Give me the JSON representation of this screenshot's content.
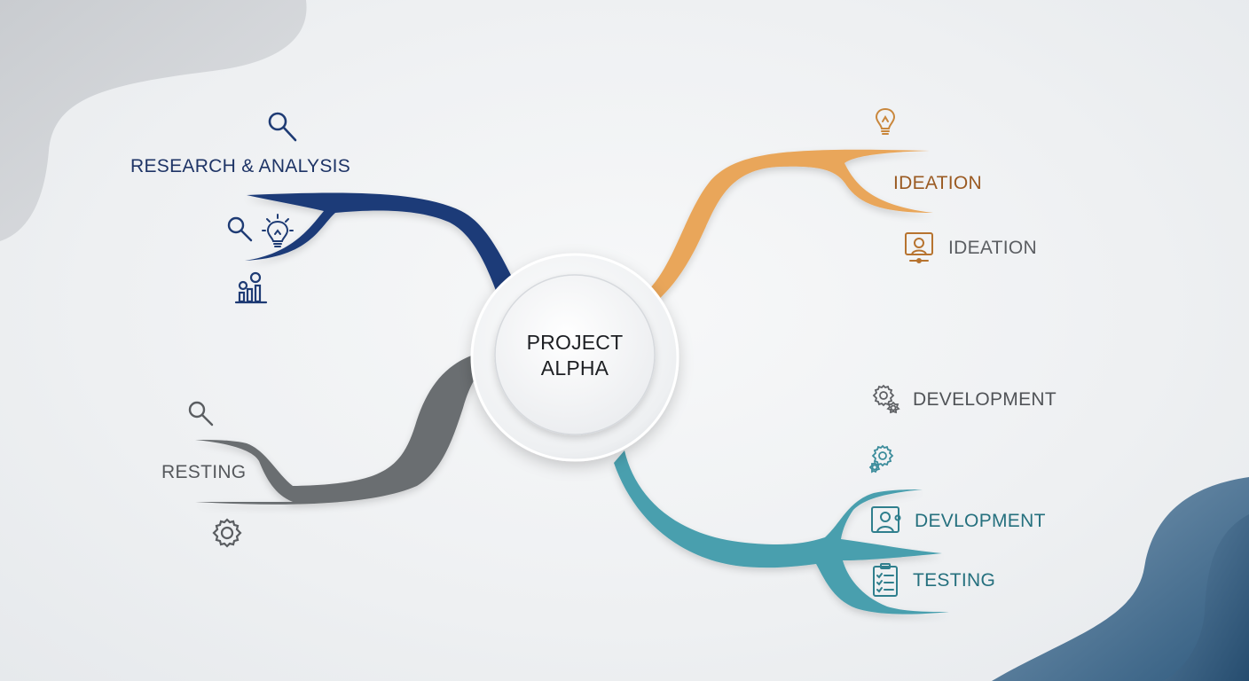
{
  "center": {
    "line1": "PROJECT",
    "line2": "ALPHA"
  },
  "colors": {
    "research": "#1c3a78",
    "ideation": "#e9a65a",
    "resting": "#6b6e71",
    "development": "#4a9fae",
    "accent_corner": "#3f6a8e"
  },
  "branches": {
    "research": {
      "label": "RESEARCH & ANALYSIS",
      "icons": [
        "magnifier-icon",
        "magnifier-icon",
        "lightbulb-icon",
        "people-chart-icon"
      ]
    },
    "ideation": {
      "label_primary": "IDEATION",
      "label_secondary": "IDEATION",
      "icons": [
        "lightbulb-icon",
        "person-monitor-icon"
      ]
    },
    "resting": {
      "label": "RESTING",
      "icons": [
        "magnifier-icon",
        "gear-icon"
      ]
    },
    "development": {
      "label_top": "DEVELOPMENT",
      "label_middle": "DEVLOPMENT",
      "label_bottom": "TESTING",
      "icons": [
        "gears-icon",
        "gears-icon",
        "person-monitor-icon",
        "checklist-icon"
      ]
    }
  }
}
